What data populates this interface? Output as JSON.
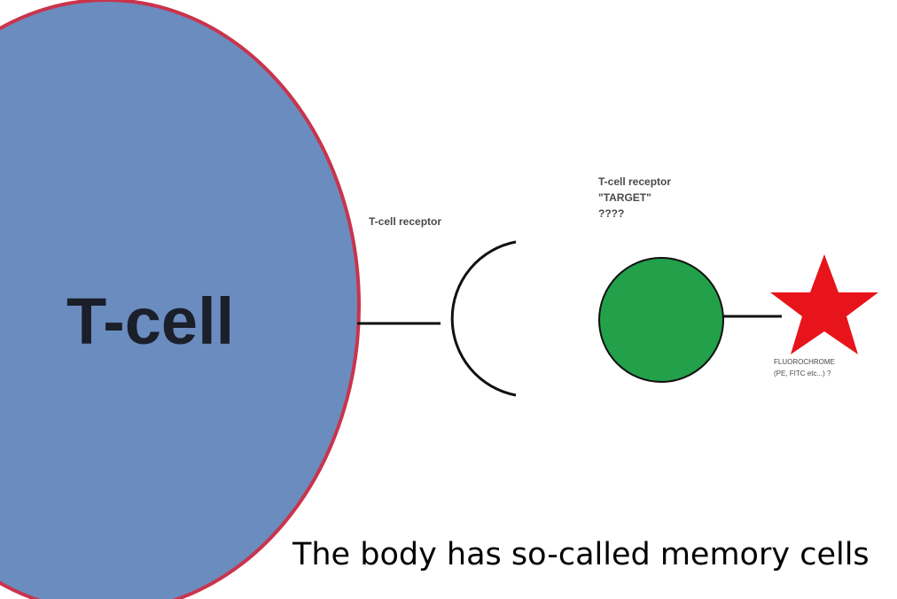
{
  "tcell": {
    "label": "T-cell",
    "fill": "#6b8cbf",
    "border": "#c9344c"
  },
  "receptor": {
    "label": "T-cell receptor"
  },
  "target": {
    "line1": "T-cell receptor",
    "line2": "\"TARGET\"",
    "line3": "????",
    "fill": "#22a04a"
  },
  "fluorochrome": {
    "line1": "FLUOROCHROME",
    "line2": "(PE, FITC etc...) ?",
    "fill": "#e8141b"
  },
  "caption": {
    "text": "The body has so-called memory cells"
  }
}
